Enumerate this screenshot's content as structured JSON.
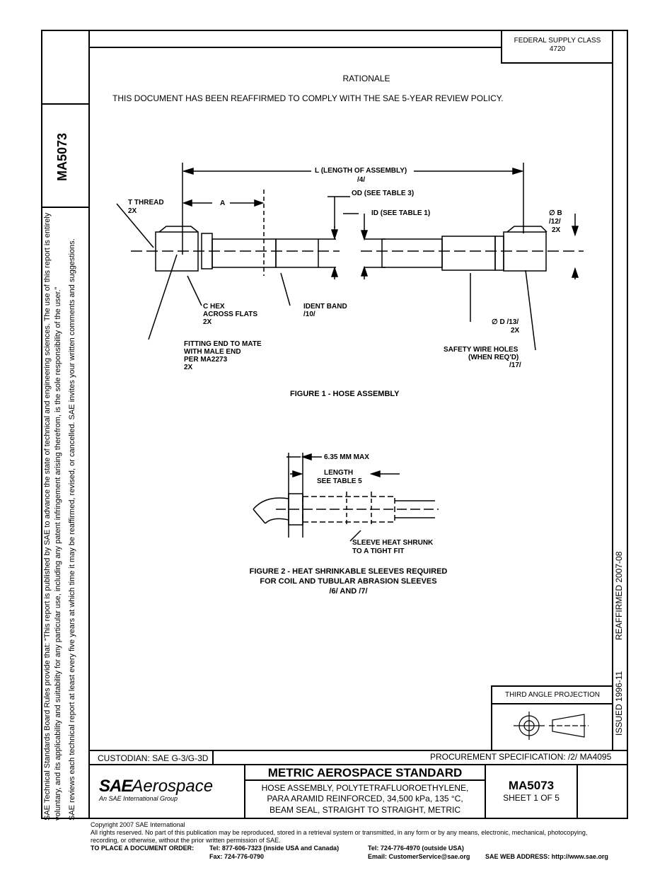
{
  "side": {
    "doc_number": "MA5073",
    "note_line1": "SAE Technical Standards Board Rules provide that: “This report is published by SAE to advance the state of technical and engineering sciences. The use of this report is entirely",
    "note_line2": "voluntary, and its applicability and suitability for any particular use, including any patent infringement arising therefrom, is the sole responsibility of the user.”",
    "note_line3": "SAE reviews each technical report at least every five years at which time it may be reaffirmed, revised, or cancelled. SAE invites your written comments and suggestions.",
    "issued": "ISSUED 1996-11",
    "reaffirmed": "REAFFIRMED  2007-08"
  },
  "header": {
    "fsc_line1": "FEDERAL SUPPLY CLASS",
    "fsc_line2": "4720",
    "rationale_title": "RATIONALE",
    "rationale_text": "THIS DOCUMENT HAS BEEN REAFFIRMED TO COMPLY WITH THE SAE 5-YEAR REVIEW POLICY."
  },
  "figure1": {
    "length": "L (LENGTH OF ASSEMBLY)",
    "length_ref": "/4/",
    "od": "OD (SEE TABLE 3)",
    "id": "ID (SEE TABLE 1)",
    "t_thread": "T THREAD",
    "t_thread_qty": "2X",
    "a": "A",
    "b": "∅ B",
    "b_ref": "/12/",
    "b_qty": "2X",
    "c_hex1": "C HEX",
    "c_hex2": "ACROSS FLATS",
    "c_hex_qty": "2X",
    "ident1": "IDENT BAND",
    "ident_ref": "/10/",
    "d": "∅ D /13/",
    "d_qty": "2X",
    "fit1": "FITTING END TO MATE",
    "fit2": "WITH MALE END",
    "fit3": "PER MA2273",
    "fit_qty": "2X",
    "safety1": "SAFETY WIRE HOLES",
    "safety2": "(WHEN REQ'D)",
    "safety_ref": "/17/",
    "caption": "FIGURE 1 - HOSE ASSEMBLY"
  },
  "figure2": {
    "max": "6.35 MM MAX",
    "length1": "LENGTH",
    "length2": "SEE TABLE 5",
    "sleeve1": "SLEEVE HEAT SHRUNK",
    "sleeve2": "TO A TIGHT FIT",
    "caption1": "FIGURE 2 - HEAT SHRINKABLE SLEEVES REQUIRED",
    "caption2": "FOR COIL AND TUBULAR ABRASION SLEEVES",
    "caption3": "/6/ AND /7/"
  },
  "projection": {
    "label": "THIRD ANGLE PROJECTION"
  },
  "title_block": {
    "custodian": "CUSTODIAN: SAE G-3/G-3D",
    "procurement": "PROCUREMENT SPECIFICATION: /2/ MA4095",
    "logo_sae": "SAE",
    "logo_aero": "Aerospace",
    "logo_sub": "An SAE International Group",
    "standard": "METRIC AEROSPACE STANDARD",
    "title1": "HOSE ASSEMBLY, POLYTETRAFLUOROETHYLENE,",
    "title2": "PARA ARAMID REINFORCED, 34,500 kPa, 135 °C,",
    "title3": "BEAM SEAL, STRAIGHT TO STRAIGHT, METRIC",
    "number": "MA5073",
    "sheet": "SHEET 1 OF 5"
  },
  "footer": {
    "copyright": "Copyright 2007 SAE International",
    "rights1": "All rights reserved. No part of this publication may be reproduced, stored in a retrieval system or transmitted, in any form or by any means, electronic, mechanical, photocopying,",
    "rights2": "recording, or otherwise, without the prior written permission of SAE.",
    "order_label": "TO PLACE A DOCUMENT ORDER:",
    "tel1": "Tel:  877-606-7323 (inside USA and Canada)",
    "fax": "Fax:  724-776-0790",
    "tel2": "Tel:  724-776-4970 (outside USA)",
    "email": "Email:  CustomerService@sae.org",
    "web": "SAE WEB ADDRESS: http://www.sae.org"
  }
}
